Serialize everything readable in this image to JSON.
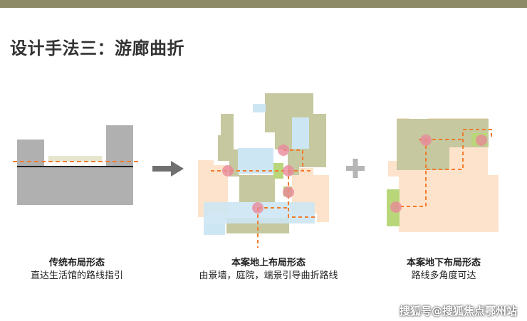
{
  "title": "设计手法三：游廊曲折",
  "panels": [
    {
      "heading": "传统布局形态",
      "subtitle": "直达生活馆的路线指引"
    },
    {
      "heading": "本案地上布局形态",
      "subtitle": "由景墙，庭院，端景引导曲折路线"
    },
    {
      "heading": "本案地下布局形态",
      "subtitle": "路线多角度可达"
    }
  ],
  "watermark": "搜狐号@搜狐焦点鄂州站",
  "colors": {
    "top_bar": "#8c8a67",
    "building_gray": "#b0b0b0",
    "building_olive": "#c6c89f",
    "pale_orange": "#fde3cc",
    "light_blue": "#cde6f4",
    "green": "#b9d77a",
    "route_orange": "#f07c2c",
    "node_pink": "#e88a9a"
  },
  "icons": [
    "arrow-right-icon",
    "plus-icon"
  ]
}
